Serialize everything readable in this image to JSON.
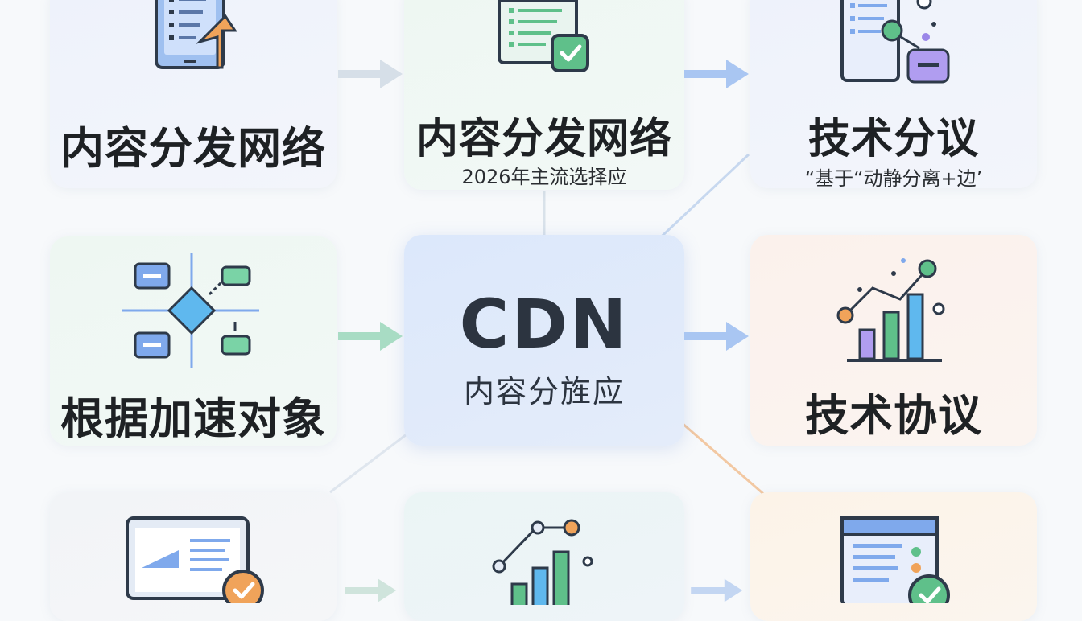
{
  "cards": {
    "top_left": {
      "title": "内容分发网络"
    },
    "top_center": {
      "title": "内容分发网络",
      "subtitle": "2026年主流选择应"
    },
    "top_right": {
      "title": "技术分议",
      "subtitle": "“基于“动静分离+边’"
    },
    "mid_left": {
      "title": "根据加速对象"
    },
    "center": {
      "title": "CDN",
      "subtitle": "内容分旌应"
    },
    "mid_right": {
      "title": "技术协议"
    },
    "bottom_left": {
      "title": ""
    },
    "bottom_center": {
      "title": ""
    },
    "bottom_right": {
      "title": ""
    }
  },
  "icons": [
    "tablet-document-icon",
    "checklist-document-icon",
    "document-network-icon",
    "flowchart-icon",
    "rising-bar-chart-icon",
    "monitor-check-icon",
    "bar-chart-icon",
    "browser-check-icon"
  ],
  "colors": {
    "text_dark": "#1e2124",
    "cdn_text": "#2c3440",
    "accent_blue": "#7fa9ec",
    "accent_green": "#5fc08a",
    "accent_purple": "#9a86e8",
    "accent_orange": "#f0a35a",
    "arrow_gray": "#cfd8e3"
  }
}
